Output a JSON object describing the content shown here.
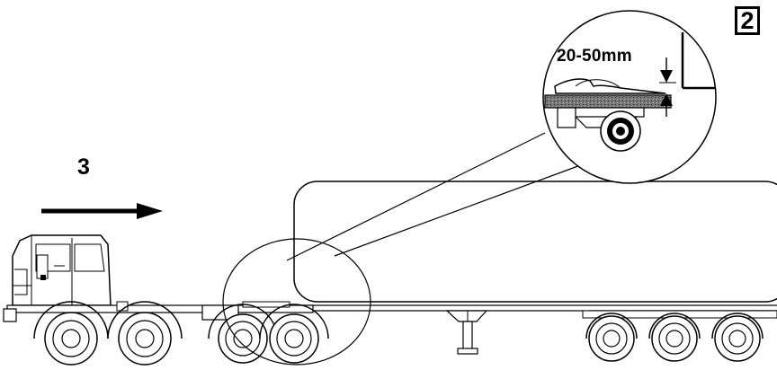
{
  "badge": {
    "step_number": "2"
  },
  "direction": {
    "step_number": "3",
    "arrow": "right-arrow-icon"
  },
  "detail": {
    "gap_label": "20-50mm"
  }
}
